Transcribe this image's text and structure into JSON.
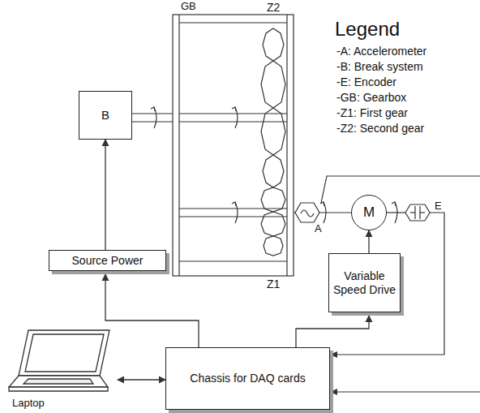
{
  "diagram": {
    "nodes": [
      {
        "text": [
          "GB"
        ]
      },
      {
        "text": [
          "B"
        ]
      },
      {
        "text": [
          "Source Power"
        ]
      },
      {
        "text": [
          "M"
        ]
      },
      {
        "text": [
          "Variable Speed Drive"
        ]
      },
      {
        "text": [
          "Laptop"
        ]
      },
      {
        "text": [
          "Chassis for DAQ cards"
        ]
      }
    ],
    "edges": [
      {
        "from": 5,
        "to": 6,
        "arrow": "both"
      },
      {
        "from": 6,
        "to": 2,
        "arrow": "to"
      },
      {
        "from": 2,
        "to": 1,
        "arrow": "to"
      },
      {
        "from": 6,
        "to": 4,
        "arrow": "to"
      },
      {
        "from": 4,
        "to": 3,
        "arrow": "to"
      }
    ],
    "labels": [
      "Z2",
      "Z1",
      "A",
      "E",
      "Legend"
    ],
    "legend": [
      {
        "text": "-A: Accelerometer"
      },
      {
        "text": "-B: Break system"
      },
      {
        "text": "-E: Encoder"
      },
      {
        "text": "-GB: Gearbox"
      },
      {
        "text": "-Z1: First gear"
      },
      {
        "text": "-Z2: Second gear"
      }
    ]
  }
}
